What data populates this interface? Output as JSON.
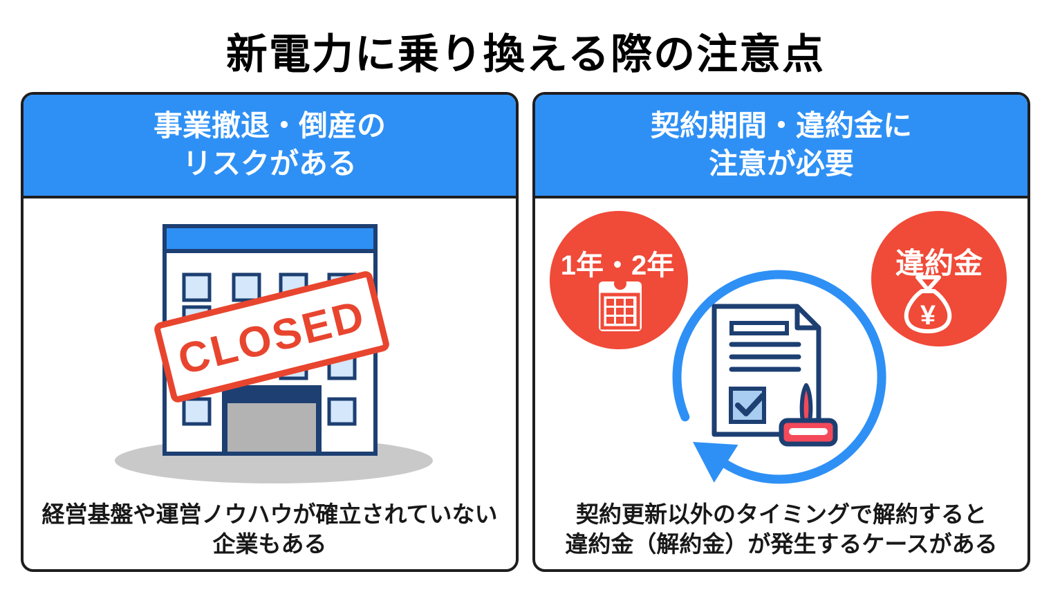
{
  "page": {
    "title": "新電力に乗り換える際の注意点"
  },
  "colors": {
    "accent_blue": "#2E90F5",
    "navy": "#1D3F72",
    "badge_red": "#F04A38",
    "stamp_red": "#E8452F",
    "hanko_red": "#F4495A",
    "card_border": "#1E1E20",
    "window_blue": "#D4E7FB",
    "checkbox_blue": "#A9CDF0",
    "door_gray": "#B3B3B3",
    "shadow_gray": "#C9C9C9"
  },
  "cards": {
    "left": {
      "header": {
        "line1": "事業撤退・倒産の",
        "line2": "リスクがある"
      },
      "illustration": {
        "name": "closed-building",
        "stamp_text": "CLOSED"
      },
      "caption": {
        "line1": "経営基盤や運営ノウハウが確立されていない",
        "line2": "企業もある"
      }
    },
    "right": {
      "header": {
        "line1": "契約期間・違約金に",
        "line2": "注意が必要"
      },
      "illustration": {
        "term_badge": {
          "label": "1年・2年"
        },
        "penalty_badge": {
          "label": "違約金",
          "currency_symbol": "¥"
        }
      },
      "caption": {
        "line1": "契約更新以外のタイミングで解約すると",
        "line2": "違約金（解約金）が発生するケースがある"
      }
    }
  }
}
